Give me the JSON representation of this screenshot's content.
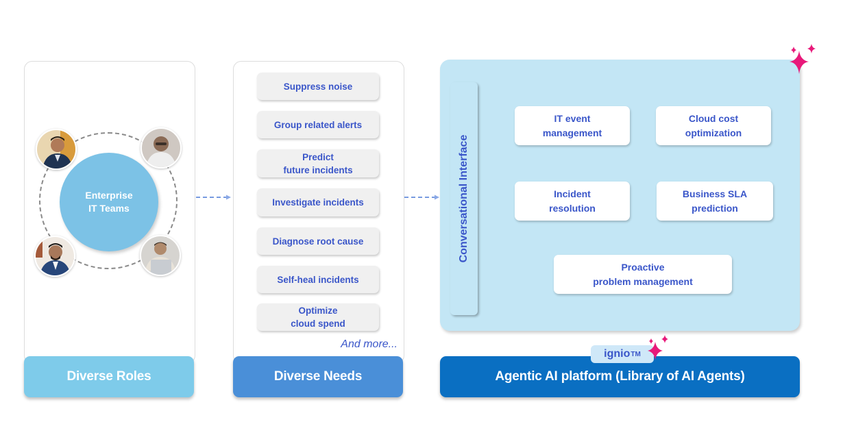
{
  "roles": {
    "hub_line1": "Enterprise",
    "hub_line2": "IT Teams",
    "footer": "Diverse Roles",
    "avatars": [
      "person-avatar",
      "person-avatar",
      "person-avatar",
      "person-avatar"
    ]
  },
  "needs": {
    "items": [
      {
        "line1": "Suppress noise",
        "line2": ""
      },
      {
        "line1": "Group related alerts",
        "line2": ""
      },
      {
        "line1": "Predict",
        "line2": "future incidents"
      },
      {
        "line1": "Investigate incidents",
        "line2": ""
      },
      {
        "line1": "Diagnose root cause",
        "line2": ""
      },
      {
        "line1": "Self-heal incidents",
        "line2": ""
      },
      {
        "line1": "Optimize",
        "line2": "cloud spend"
      }
    ],
    "more": "And more...",
    "footer": "Diverse Needs"
  },
  "platform": {
    "interface_label": "Conversational Interface",
    "agents": [
      {
        "line1": "IT event",
        "line2": "management"
      },
      {
        "line1": "Cloud cost",
        "line2": "optimization"
      },
      {
        "line1": "Incident",
        "line2": "resolution"
      },
      {
        "line1": "Business SLA",
        "line2": "prediction"
      },
      {
        "line1": "Proactive",
        "line2": "problem management"
      }
    ],
    "badge": "ignio",
    "badge_mark": "TM",
    "footer": "Agentic AI platform (Library of AI Agents)"
  },
  "colors": {
    "text_blue": "#3a56c9",
    "roles_footer": "#7ecbea",
    "needs_footer": "#4a8fd8",
    "platform_footer": "#0a6fc2",
    "platform_bg": "#c3e6f5",
    "sparkle": "#e8197a"
  }
}
